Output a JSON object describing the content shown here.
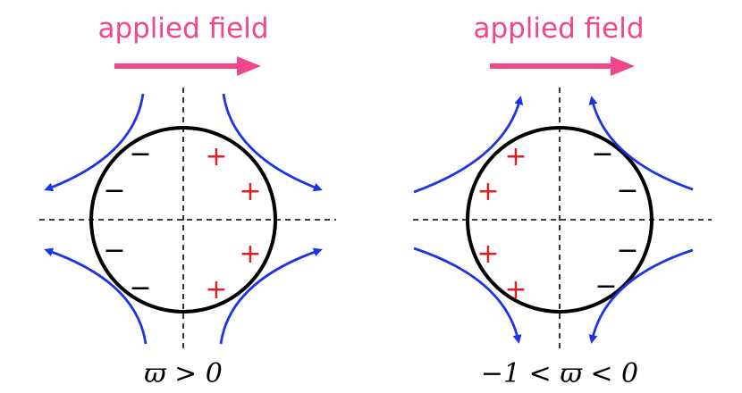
{
  "colors": {
    "applied_field": "#f0468c",
    "flow_lines": "#1a35e6",
    "plus_charge": "#e02020",
    "minus_charge": "#000000",
    "circle": "#000000",
    "axes": "#000000"
  },
  "signs": {
    "plus": "+",
    "minus": "−"
  },
  "panels": [
    {
      "title": "applied field",
      "caption": "ϖ > 0"
    },
    {
      "title": "applied field",
      "caption": "−1 < ϖ < 0"
    }
  ]
}
